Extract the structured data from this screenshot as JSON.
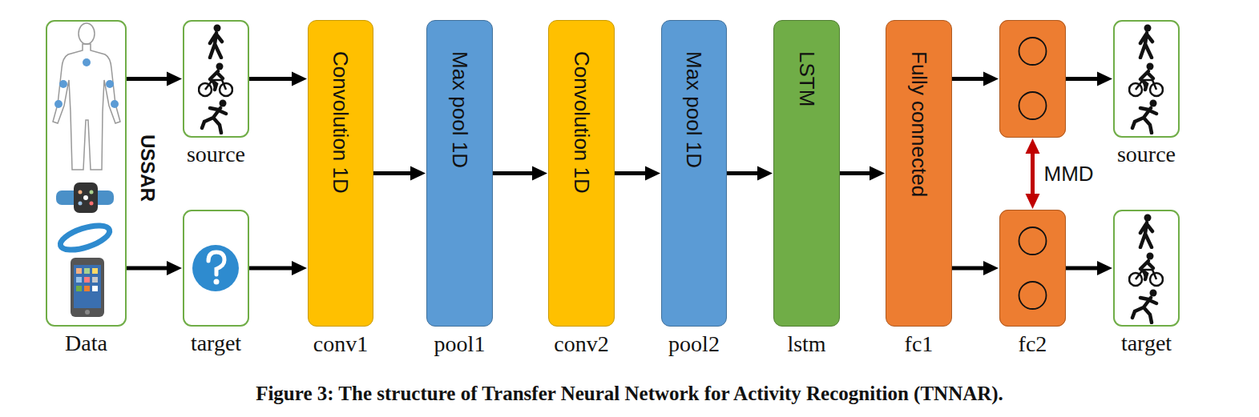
{
  "diagram": {
    "caption": "Figure 3: The structure of Transfer Neural Network for Activity Recognition (TNNAR).",
    "nodes": [
      {
        "text": [
          "Data"
        ]
      },
      {
        "text": [
          "source"
        ]
      },
      {
        "text": [
          "target"
        ]
      },
      {
        "text": [
          "Convolution 1D",
          "conv1"
        ]
      },
      {
        "text": [
          "Max pool 1D",
          "pool1"
        ]
      },
      {
        "text": [
          "Convolution 1D",
          "conv2"
        ]
      },
      {
        "text": [
          "Max pool 1D",
          "pool2"
        ]
      },
      {
        "text": [
          "LSTM",
          "lstm"
        ]
      },
      {
        "text": [
          "Fully connected",
          "fc1"
        ]
      },
      {
        "text": []
      },
      {
        "text": [
          "fc2"
        ]
      },
      {
        "text": [
          "source"
        ]
      },
      {
        "text": [
          "target"
        ]
      }
    ],
    "edges": [
      {
        "from": 0,
        "to": 1,
        "arrow": "to"
      },
      {
        "from": 0,
        "to": 2,
        "arrow": "to"
      },
      {
        "from": 1,
        "to": 3,
        "arrow": "to"
      },
      {
        "from": 2,
        "to": 3,
        "arrow": "to"
      },
      {
        "from": 3,
        "to": 4,
        "arrow": "to"
      },
      {
        "from": 4,
        "to": 5,
        "arrow": "to"
      },
      {
        "from": 5,
        "to": 6,
        "arrow": "to"
      },
      {
        "from": 6,
        "to": 7,
        "arrow": "to"
      },
      {
        "from": 7,
        "to": 8,
        "arrow": "to"
      },
      {
        "from": 8,
        "to": 9,
        "arrow": "to"
      },
      {
        "from": 8,
        "to": 10,
        "arrow": "to"
      },
      {
        "from": 9,
        "to": 10,
        "label": "MMD",
        "arrow": "both"
      },
      {
        "from": 9,
        "to": 11,
        "arrow": "to"
      },
      {
        "from": 10,
        "to": 12,
        "arrow": "to"
      }
    ],
    "labels": [
      "USSAR"
    ]
  }
}
